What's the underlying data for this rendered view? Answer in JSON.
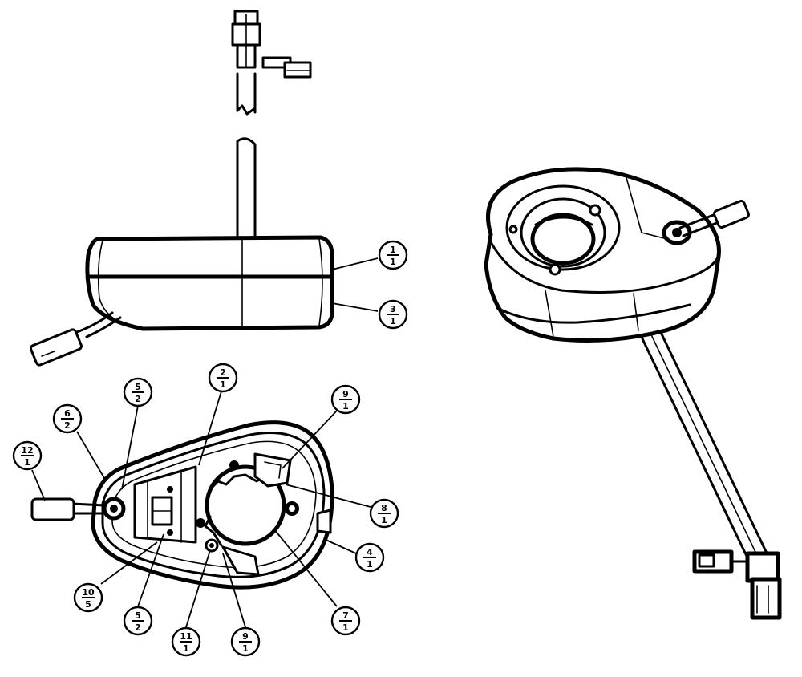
{
  "callouts": [
    {
      "id": "c1",
      "num": "1",
      "qty": "1"
    },
    {
      "id": "c3",
      "num": "3",
      "qty": "1"
    },
    {
      "id": "c2",
      "num": "2",
      "qty": "1"
    },
    {
      "id": "c5a",
      "num": "5",
      "qty": "2"
    },
    {
      "id": "c6",
      "num": "6",
      "qty": "2"
    },
    {
      "id": "c12",
      "num": "12",
      "qty": "1"
    },
    {
      "id": "c9a",
      "num": "9",
      "qty": "1"
    },
    {
      "id": "c8",
      "num": "8",
      "qty": "1"
    },
    {
      "id": "c4",
      "num": "4",
      "qty": "1"
    },
    {
      "id": "c7",
      "num": "7",
      "qty": "1"
    },
    {
      "id": "c10",
      "num": "10",
      "qty": "5"
    },
    {
      "id": "c5b",
      "num": "5",
      "qty": "2"
    },
    {
      "id": "c11",
      "num": "11",
      "qty": "1"
    },
    {
      "id": "c9b",
      "num": "9",
      "qty": "1"
    }
  ]
}
